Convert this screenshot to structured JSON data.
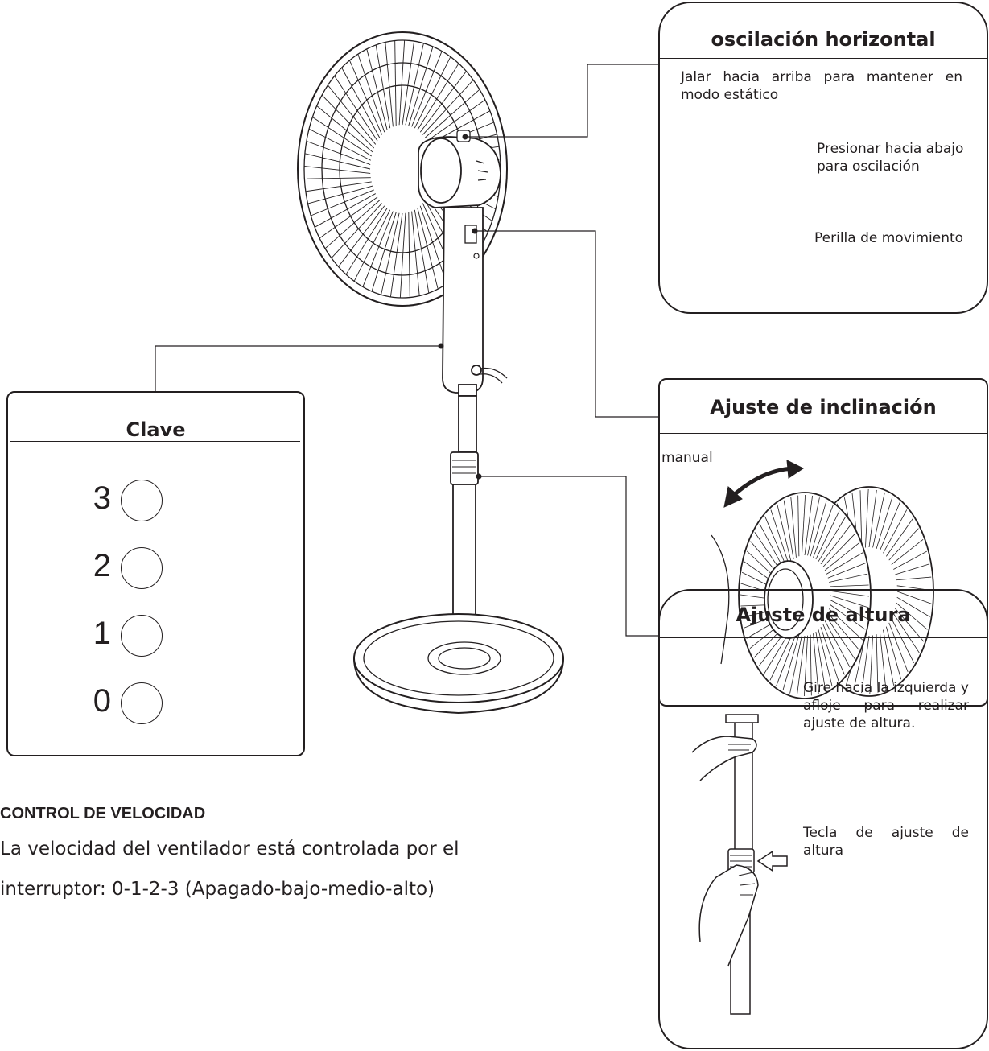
{
  "oscillation": {
    "title": "oscilación horizontal",
    "pull_up": "Jalar hacia arriba para mantener en modo estático",
    "press_down": "Presionar hacia abajo para oscilación",
    "knob": "Perilla de movimiento"
  },
  "tilt": {
    "title": "Ajuste de inclinación",
    "manual": "manual"
  },
  "height": {
    "title": "Ajuste de altura",
    "rotate": "Gire hacia la izquierda y afloje para realizar ajuste de altura.",
    "key": "Tecla de ajuste de altura"
  },
  "key_panel": {
    "title": "Clave",
    "levels": [
      "3",
      "2",
      "1",
      "0"
    ]
  },
  "speed_control": {
    "title": "CONTROL DE VELOCIDAD",
    "line1": "La velocidad del ventilador está controlada por el",
    "line2": "interruptor: 0-1-2-3 (Apagado-bajo-medio-alto)"
  }
}
